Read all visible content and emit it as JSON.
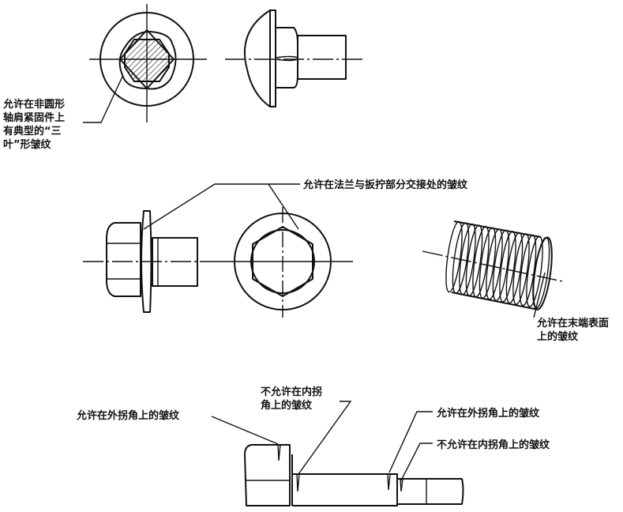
{
  "labels": {
    "three_lobe": [
      "允许在非圆形",
      "轴肩紧固件上",
      "有典型的“三",
      "叶”形皱纹"
    ],
    "flange_junction": "允许在法兰与扳拧部分交接处的皱纹",
    "end_surface": [
      "允许在末端表面",
      "上的皱纹"
    ],
    "outer_corner_left": "允许在外拐角上的皱纹",
    "inner_corner_left": [
      "不允许在内拐",
      "角上的皱纹"
    ],
    "outer_corner_right": "允许在外拐角上的皱纹",
    "inner_corner_right": "不允许在内拐角上的皱纹"
  }
}
